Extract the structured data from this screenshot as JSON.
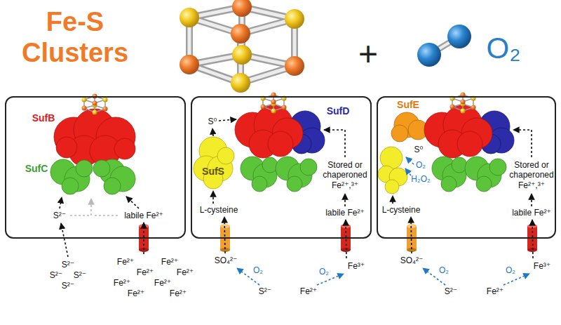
{
  "diagram": {
    "title": "Fe-S Clusters",
    "nodes": [
      {
        "text": [
          "SufB",
          "SufC",
          "S²⁻",
          "labile Fe²⁺"
        ]
      },
      {
        "text": [
          "SufD",
          "S⁰",
          "SufS",
          "L-cysteine",
          "Stored or chaperoned Fe²⁺,³⁺",
          "labile Fe²⁺"
        ]
      },
      {
        "text": [
          "SufE",
          "S⁰",
          "O₂",
          "H₂O₂",
          "L-cysteine",
          "Stored or chaperoned Fe²⁺,³⁺",
          "labile Fe²⁺"
        ]
      }
    ],
    "labels": [
      "+",
      "O₂",
      "S²⁻",
      "S²⁻",
      "S²⁻",
      "S²⁻",
      "Fe²⁺",
      "Fe²⁺",
      "Fe²⁺",
      "Fe²⁺",
      "Fe²⁺",
      "Fe²⁺",
      "Fe²⁺",
      "Fe²⁺",
      "SO₄²⁻",
      "O₂",
      "S²⁻",
      "Fe²⁺",
      "O₂",
      "Fe³⁺",
      "SO₄²⁻",
      "O₂",
      "S²⁻",
      "Fe²⁺",
      "O₂",
      "Fe³⁺"
    ]
  }
}
